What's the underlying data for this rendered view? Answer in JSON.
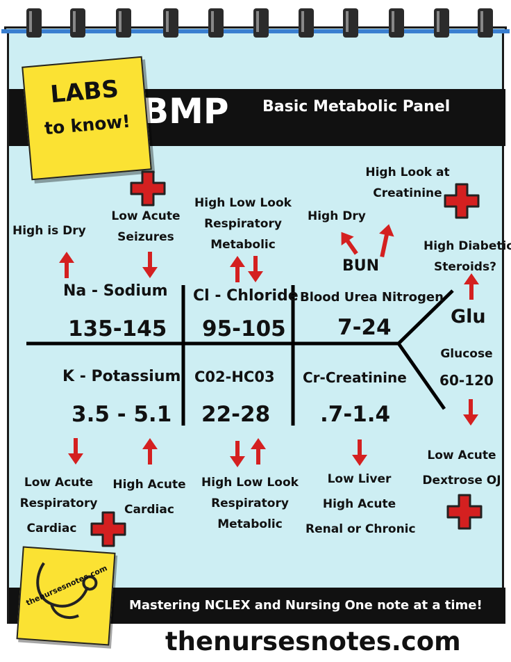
{
  "sticky_top": {
    "line1": "LABS",
    "line2": "to know!"
  },
  "header": {
    "title": "BMP",
    "subtitle": "Basic Metabolic Panel"
  },
  "sodium": {
    "name": "Na - Sodium",
    "range": "135-145",
    "high_note": "High is Dry",
    "low_note": [
      "Low Acute",
      "Seizures"
    ]
  },
  "chloride": {
    "name": "Cl - Chloride",
    "range": "95-105",
    "note": [
      "High Low Look",
      "Respiratory",
      "Metabolic"
    ]
  },
  "bun": {
    "label": "BUN",
    "name": "Blood Urea Nitrogen",
    "range": "7-24",
    "high_dry": "High Dry",
    "high_look": [
      "High Look at",
      "Creatinine"
    ]
  },
  "glucose": {
    "label": "Glu",
    "name": "Glucose",
    "range": "60-120",
    "high_note": [
      "High Diabetic",
      "Steroids?"
    ],
    "low_note": [
      "Low Acute",
      "Dextrose OJ"
    ]
  },
  "potassium": {
    "name": "K - Potassium",
    "range": "3.5 - 5.1",
    "low_note": [
      "Low Acute",
      "Respiratory",
      "Cardiac"
    ],
    "high_note": [
      "High  Acute",
      "Cardiac"
    ]
  },
  "co2": {
    "name": "C02-HC03",
    "range": "22-28",
    "note": [
      "High Low Look",
      "Respiratory",
      "Metabolic"
    ]
  },
  "creatinine": {
    "name": "Cr-Creatinine",
    "range": ".7-1.4",
    "note": [
      "Low Liver",
      "High Acute",
      "Renal or Chronic"
    ]
  },
  "footer": {
    "tagline": "Mastering NCLEX and Nursing One note at a time!",
    "website": "thenursesnotes.com",
    "sticky_logo": "thenursesnotes.com"
  },
  "colors": {
    "paper": "#cdeef3",
    "arrow": "#d42020",
    "sticky": "#fbe233",
    "band": "#111111",
    "ring": "#2b2b2b"
  }
}
